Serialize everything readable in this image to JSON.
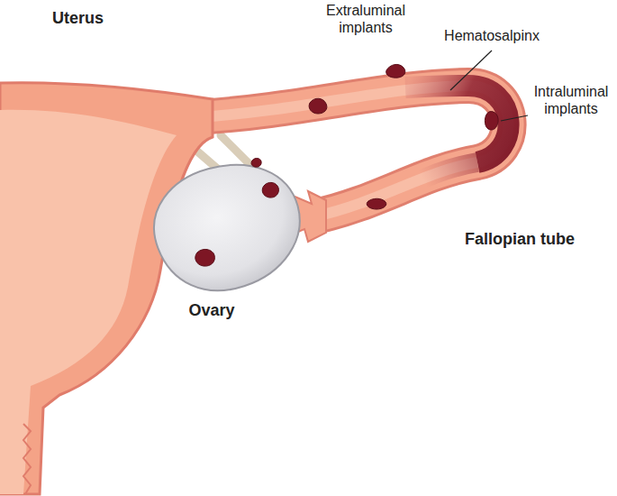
{
  "diagram": {
    "labels": [
      "Uterus",
      "Extraluminal implants",
      "Hematosalpinx",
      "Intraluminal implants",
      "Fallopian tube",
      "Ovary"
    ]
  }
}
